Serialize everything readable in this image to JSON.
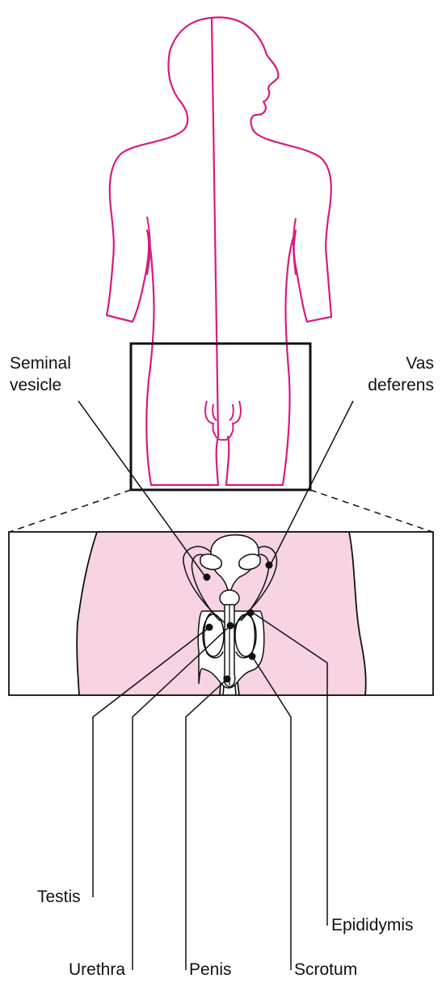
{
  "labels": {
    "seminal_vesicle": [
      "Seminal",
      "vesicle"
    ],
    "vas_deferens": [
      "Vas",
      "deferens"
    ],
    "testis": "Testis",
    "epididymis": "Epididymis",
    "urethra": "Urethra",
    "penis": "Penis",
    "scrotum": "Scrotum"
  },
  "colors": {
    "outline": "#d81b7f",
    "fill": "#f7d3e4",
    "line": "#111111",
    "organ_fill": "#ffffff"
  }
}
